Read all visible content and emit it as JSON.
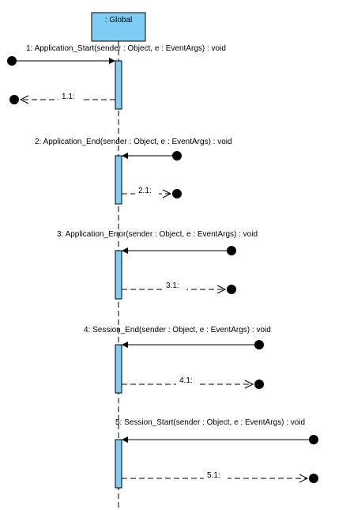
{
  "lifeline": {
    "name": ": Global",
    "fill_color": "#7fcdf5",
    "bar_color": "#7fcdf5"
  },
  "messages": [
    {
      "label": "1: Application_Start(sender : Object, e : EventArgs) : void",
      "return_label": "1.1:"
    },
    {
      "label": "2: Application_End(sender : Object, e : EventArgs) : void",
      "return_label": "2.1:"
    },
    {
      "label": "3: Application_Error(sender : Object, e : EventArgs) : void",
      "return_label": "3.1:"
    },
    {
      "label": "4: Session_End(sender : Object, e : EventArgs) : void",
      "return_label": "4.1:"
    },
    {
      "label": "5: Session_Start(sender : Object, e : EventArgs) : void",
      "return_label": "5.1:"
    }
  ]
}
